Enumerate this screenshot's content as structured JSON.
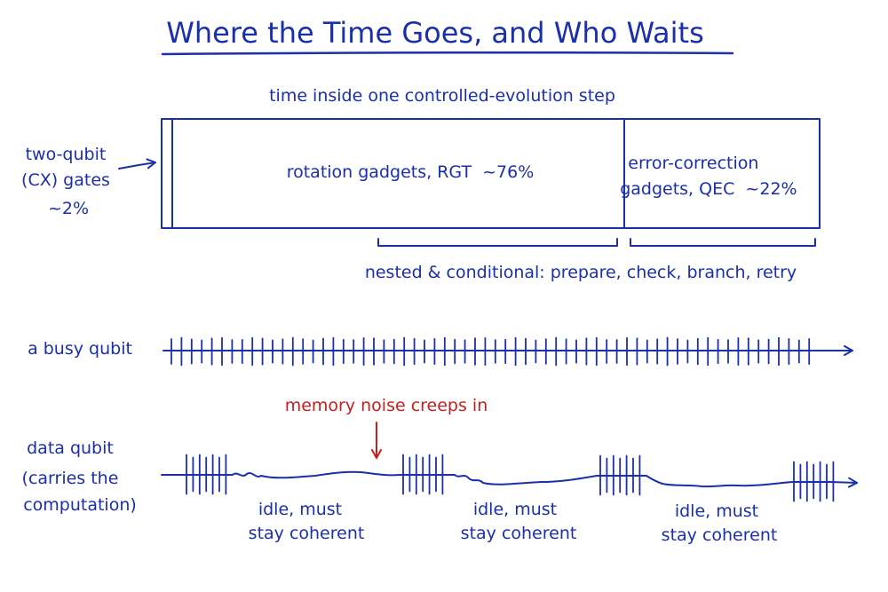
{
  "title": "Where the Time Goes, and Who Waits",
  "bar": {
    "caption": "time inside one controlled-evolution step",
    "cx_label": [
      "two-qubit",
      "(CX) gates",
      "~2%"
    ],
    "segments": [
      {
        "label": "two-qubit (CX) gates",
        "share_pct": 2
      },
      {
        "label": "rotation gadgets, RGT",
        "share_pct": 76
      },
      {
        "label": "error-correction gadgets, QEC",
        "share_pct": 22
      }
    ],
    "rgt_label": "rotation gadgets, RGT  ~76%",
    "qec_label": [
      "error-correction",
      "gadgets, QEC  ~22%"
    ],
    "brace_note": "nested & conditional: prepare, check, branch, retry"
  },
  "busy_qubit": {
    "label": "a busy qubit"
  },
  "data_qubit": {
    "label": [
      "data qubit",
      "(carries the",
      "computation)"
    ],
    "noise_note": "memory noise creeps in",
    "idle_labels": [
      [
        "idle, must",
        "stay coherent"
      ],
      [
        "idle, must",
        "stay coherent"
      ],
      [
        "idle, must",
        "stay coherent"
      ]
    ]
  },
  "colors": {
    "ink": "#1a2fa8",
    "accent": "#c42020",
    "background": "#ffffff"
  }
}
